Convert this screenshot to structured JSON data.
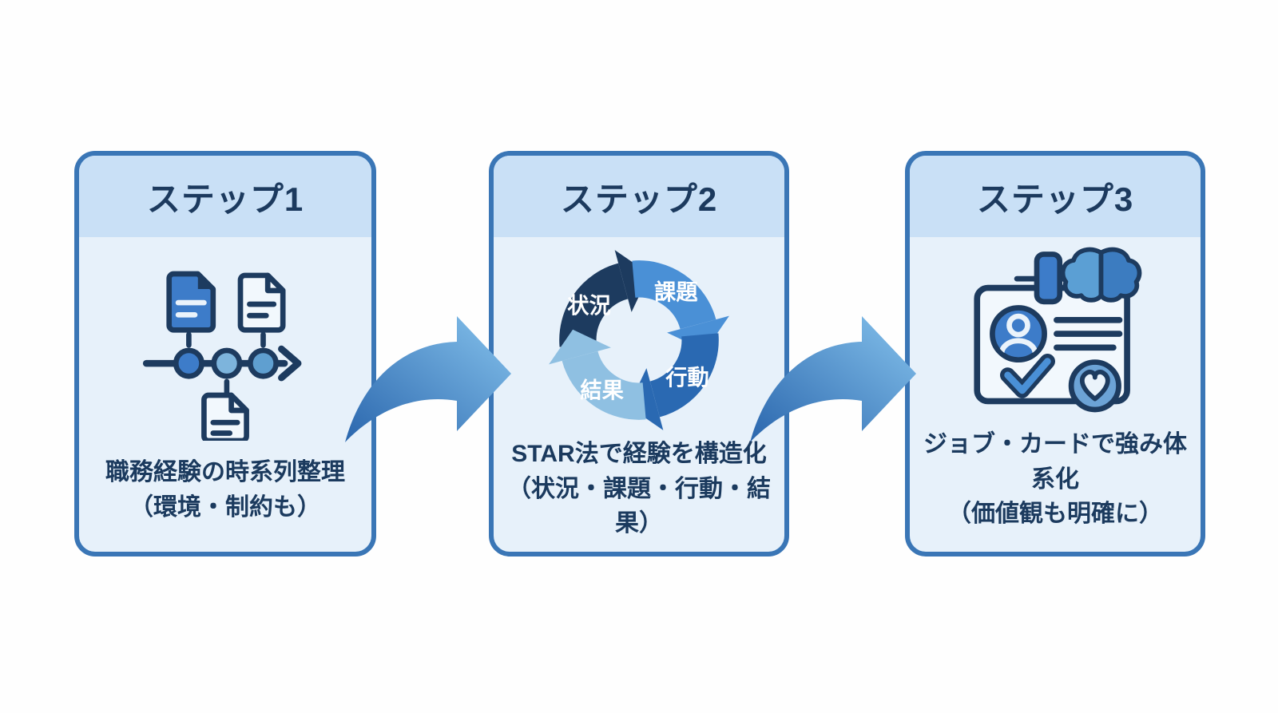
{
  "diagram": {
    "type": "process-flow",
    "language": "ja",
    "step_count": 3
  },
  "steps": [
    {
      "title": "ステップ1",
      "description_line1": "職務経験の時系列整理",
      "description_line2": "（環境・制約も）",
      "icon": "timeline-documents-icon"
    },
    {
      "title": "ステップ2",
      "description_line1": "STAR法で経験を構造化",
      "description_line2": "（状況・課題・行動・結果）",
      "icon": "star-cycle-icon",
      "cycle_labels": [
        {
          "label": "状況",
          "color": "#1d3b5f"
        },
        {
          "label": "課題",
          "color": "#4a90d6"
        },
        {
          "label": "行動",
          "color": "#2a69b2"
        },
        {
          "label": "結果",
          "color": "#8fc0e2"
        }
      ]
    },
    {
      "title": "ステップ3",
      "description_line1": "ジョブ・カードで強み体系化",
      "description_line2": "（価値観も明確に）",
      "icon": "job-card-icon"
    }
  ],
  "arrows": [
    {
      "name": "arrow-step1-to-step2",
      "direction": "right"
    },
    {
      "name": "arrow-step2-to-step3",
      "direction": "right"
    }
  ],
  "colors": {
    "background": "#fefefe",
    "card_border": "#3a76b6",
    "card_header_bg": "#c9e0f6",
    "card_body_bg": "#e7f1fa",
    "title_text": "#1c3a5e",
    "body_text": "#1b3a5e",
    "navy_outline": "#1d3b5f",
    "icon_blue": "#3d7cc9",
    "icon_light_blue": "#7db4dc",
    "arrow_gradient_start": "#2a66ad",
    "arrow_gradient_end": "#85c2ec"
  }
}
